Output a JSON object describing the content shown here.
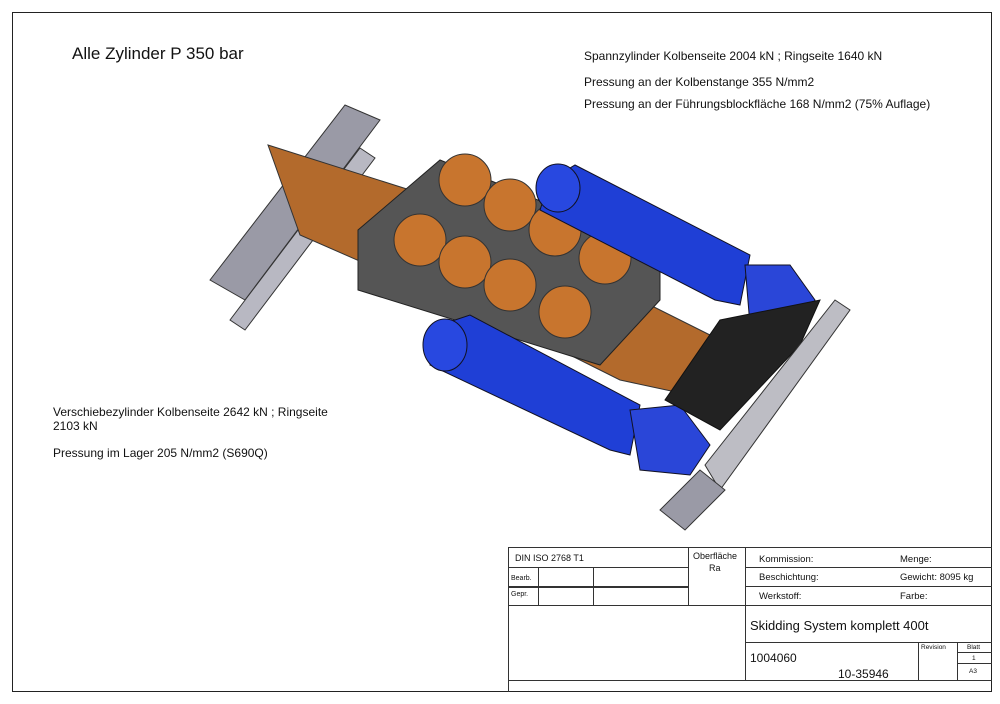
{
  "notes": {
    "title": "Alle Zylinder P 350 bar",
    "spann": "Spannzylinder Kolbenseite 2004 kN ; Ringseite 1640 kN",
    "kolbenstange": "Pressung an der Kolbenstange 355 N/mm2",
    "fuehrung": "Pressung an der Führungsblockfläche 168 N/mm2  (75% Auflage)",
    "verschiebe_1": "Verschiebezylinder Kolbenseite 2642 kN ; Ringseite",
    "verschiebe_2": "2103 kN",
    "lager": "Pressung im Lager 205 N/mm2   (S690Q)"
  },
  "title_block": {
    "standard": "DIN ISO 2768 T1",
    "bearb": "Bearb.",
    "gepr": "Gepr.",
    "oberflaeche": "Oberfläche",
    "ra": "Ra",
    "kommission": "Kommission:",
    "menge": "Menge:",
    "beschichtung": "Beschichtung:",
    "gewicht": "Gewicht: 8095 kg",
    "werkstoff": "Werkstoff:",
    "farbe": "Farbe:",
    "name": "Skidding System komplett 400t",
    "number": "1004060",
    "drawing_no": "10-35946",
    "revision": "Revision",
    "blatt": "Blatt",
    "blatt_no": "1",
    "format": "A3"
  }
}
